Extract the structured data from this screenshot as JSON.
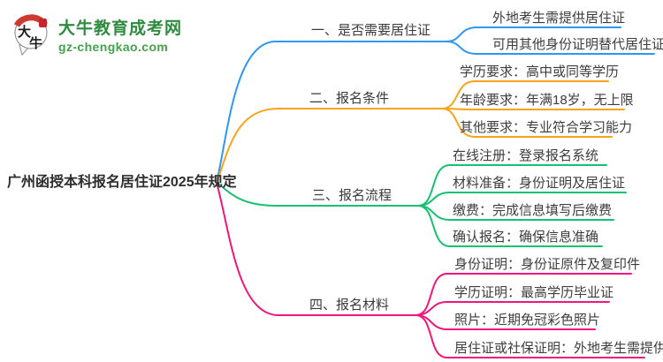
{
  "logo": {
    "brand": "大牛教育成考网",
    "domain": "gz-chengkao.com",
    "mark_char_1": "大",
    "mark_char_2": "牛",
    "brand_color": "#2e8b3f",
    "seal_color": "#c3272b"
  },
  "root": {
    "label": "广州函授本科报名居住证2025年规定"
  },
  "branches": [
    {
      "label": "一、是否需要居住证",
      "color": "#2E97F2",
      "children": [
        "外地考生需提供居住证",
        "可用其他身份证明替代居住证"
      ]
    },
    {
      "label": "二、报名条件",
      "color": "#F7A419",
      "children": [
        "学历要求：高中或同等学历",
        "年龄要求：年满18岁，无上限",
        "其他要求：专业符合学习能力"
      ]
    },
    {
      "label": "三、报名流程",
      "color": "#16C26F",
      "children": [
        "在线注册：登录报名系统",
        "材料准备：身份证明及居住证",
        "缴费：完成信息填写后缴费",
        "确认报名：确保信息准确"
      ]
    },
    {
      "label": "四、报名材料",
      "color": "#F2167C",
      "children": [
        "身份证明：身份证原件及复印件",
        "学历证明：最高学历毕业证",
        "照片：近期免冠彩色照片",
        "居住证或社保证明：外地考生需提供"
      ]
    }
  ]
}
